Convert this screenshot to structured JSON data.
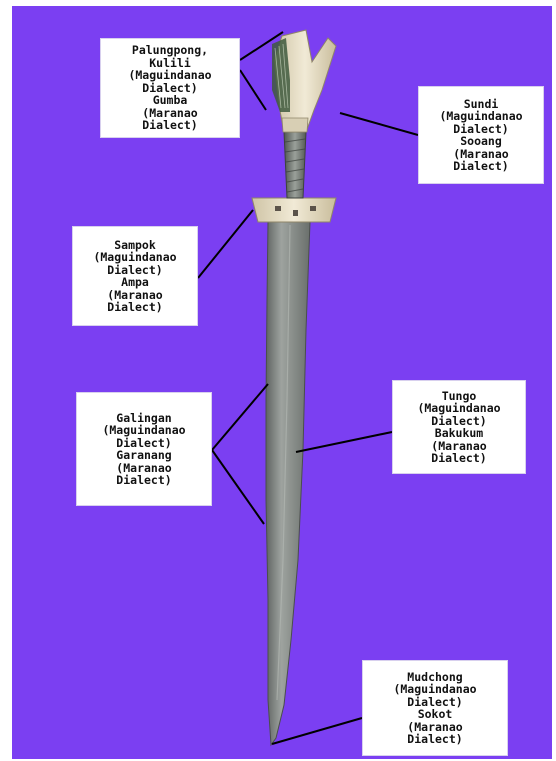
{
  "colors": {
    "background": "#7b3ff2",
    "blade": "#8a8e8c",
    "hilt_ivory": "#e6ddc4",
    "grip": "#7a7f7a",
    "leader_line": "#000000"
  },
  "labels": {
    "handle": [
      "Palungpong,",
      "Kulili",
      "(Maguindanao",
      "Dialect)",
      "Gumba",
      "(Maranao",
      "Dialect)"
    ],
    "pommel": [
      "Sundi",
      "(Maguindanao",
      "Dialect)",
      "Sooang",
      "(Maranao",
      "Dialect)"
    ],
    "guard": [
      "Sampok",
      "(Maguindanao",
      "Dialect)",
      "Ampa",
      "(Maranao",
      "Dialect)"
    ],
    "edge": [
      "Galingan",
      "(Maguindanao",
      "Dialect)",
      "Garanang",
      "(Maranao",
      "Dialect)"
    ],
    "spine": [
      "Tungo",
      "(Maguindanao",
      "Dialect)",
      "Bakukum",
      "(Maranao",
      "Dialect)"
    ],
    "tip": [
      "Mudchong",
      "(Maguindanao",
      "Dialect)",
      "Sokot",
      "(Maranao",
      "Dialect)"
    ]
  }
}
